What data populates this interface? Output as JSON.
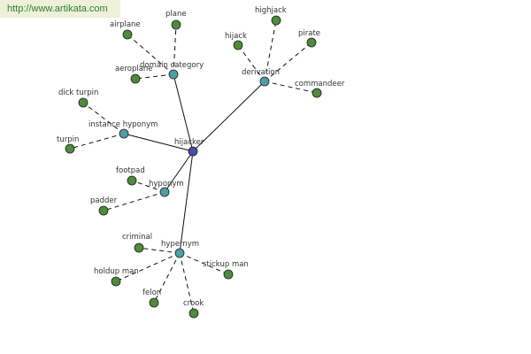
{
  "watermark": "http://www.artikata.com",
  "colors": {
    "root": "#4a4aa8",
    "relation": "#4f9ea4",
    "leaf": "#4c8c3a",
    "node_stroke": "#1e1e1e",
    "edge": "#111111"
  },
  "root": {
    "id": "hijacker",
    "label": "hijacker"
  },
  "relations": [
    {
      "id": "domain-category",
      "label": "domain category"
    },
    {
      "id": "derivation",
      "label": "derivation"
    },
    {
      "id": "instance-hyponym",
      "label": "instance hyponym"
    },
    {
      "id": "hyponym",
      "label": "hyponym"
    },
    {
      "id": "hypernym",
      "label": "hypernym"
    }
  ],
  "leaves": [
    {
      "id": "plane",
      "label": "plane",
      "parent": "domain-category"
    },
    {
      "id": "airplane",
      "label": "airplane",
      "parent": "domain-category"
    },
    {
      "id": "aeroplane",
      "label": "aeroplane",
      "parent": "domain-category"
    },
    {
      "id": "highjack",
      "label": "highjack",
      "parent": "derivation"
    },
    {
      "id": "hijack",
      "label": "hijack",
      "parent": "derivation"
    },
    {
      "id": "pirate",
      "label": "pirate",
      "parent": "derivation"
    },
    {
      "id": "commandeer",
      "label": "commandeer",
      "parent": "derivation"
    },
    {
      "id": "dick-turpin",
      "label": "dick turpin",
      "parent": "instance-hyponym"
    },
    {
      "id": "turpin",
      "label": "turpin",
      "parent": "instance-hyponym"
    },
    {
      "id": "footpad",
      "label": "footpad",
      "parent": "hyponym"
    },
    {
      "id": "padder",
      "label": "padder",
      "parent": "hyponym"
    },
    {
      "id": "criminal",
      "label": "criminal",
      "parent": "hypernym"
    },
    {
      "id": "holdup-man",
      "label": "holdup man",
      "parent": "hypernym"
    },
    {
      "id": "stickup-man",
      "label": "stickup man",
      "parent": "hypernym"
    },
    {
      "id": "felon",
      "label": "felon",
      "parent": "hypernym"
    },
    {
      "id": "crook",
      "label": "crook",
      "parent": "hypernym"
    }
  ]
}
